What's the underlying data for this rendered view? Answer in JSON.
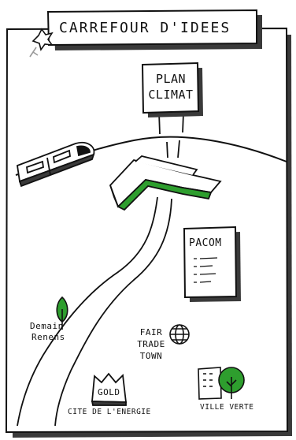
{
  "title": "CARREFOUR D'IDEES",
  "plan_climat": {
    "line1": "PLAN",
    "line2": "CLIMAT"
  },
  "pacom": "PACOM",
  "labels": {
    "demain_line1": "Demain",
    "demain_line2": "Renens",
    "fair_line1": "FAIR",
    "fair_line2": "TRADE",
    "fair_line3": "TOWN",
    "gold": "GOLD",
    "cite": "CITE DE L'ENERGIE",
    "ville_verte": "VILLE VERTE"
  },
  "colors": {
    "green": "#2e9e2e",
    "ink": "#111111",
    "shadow": "#3a3a3a",
    "gray": "#9a9a9a"
  }
}
